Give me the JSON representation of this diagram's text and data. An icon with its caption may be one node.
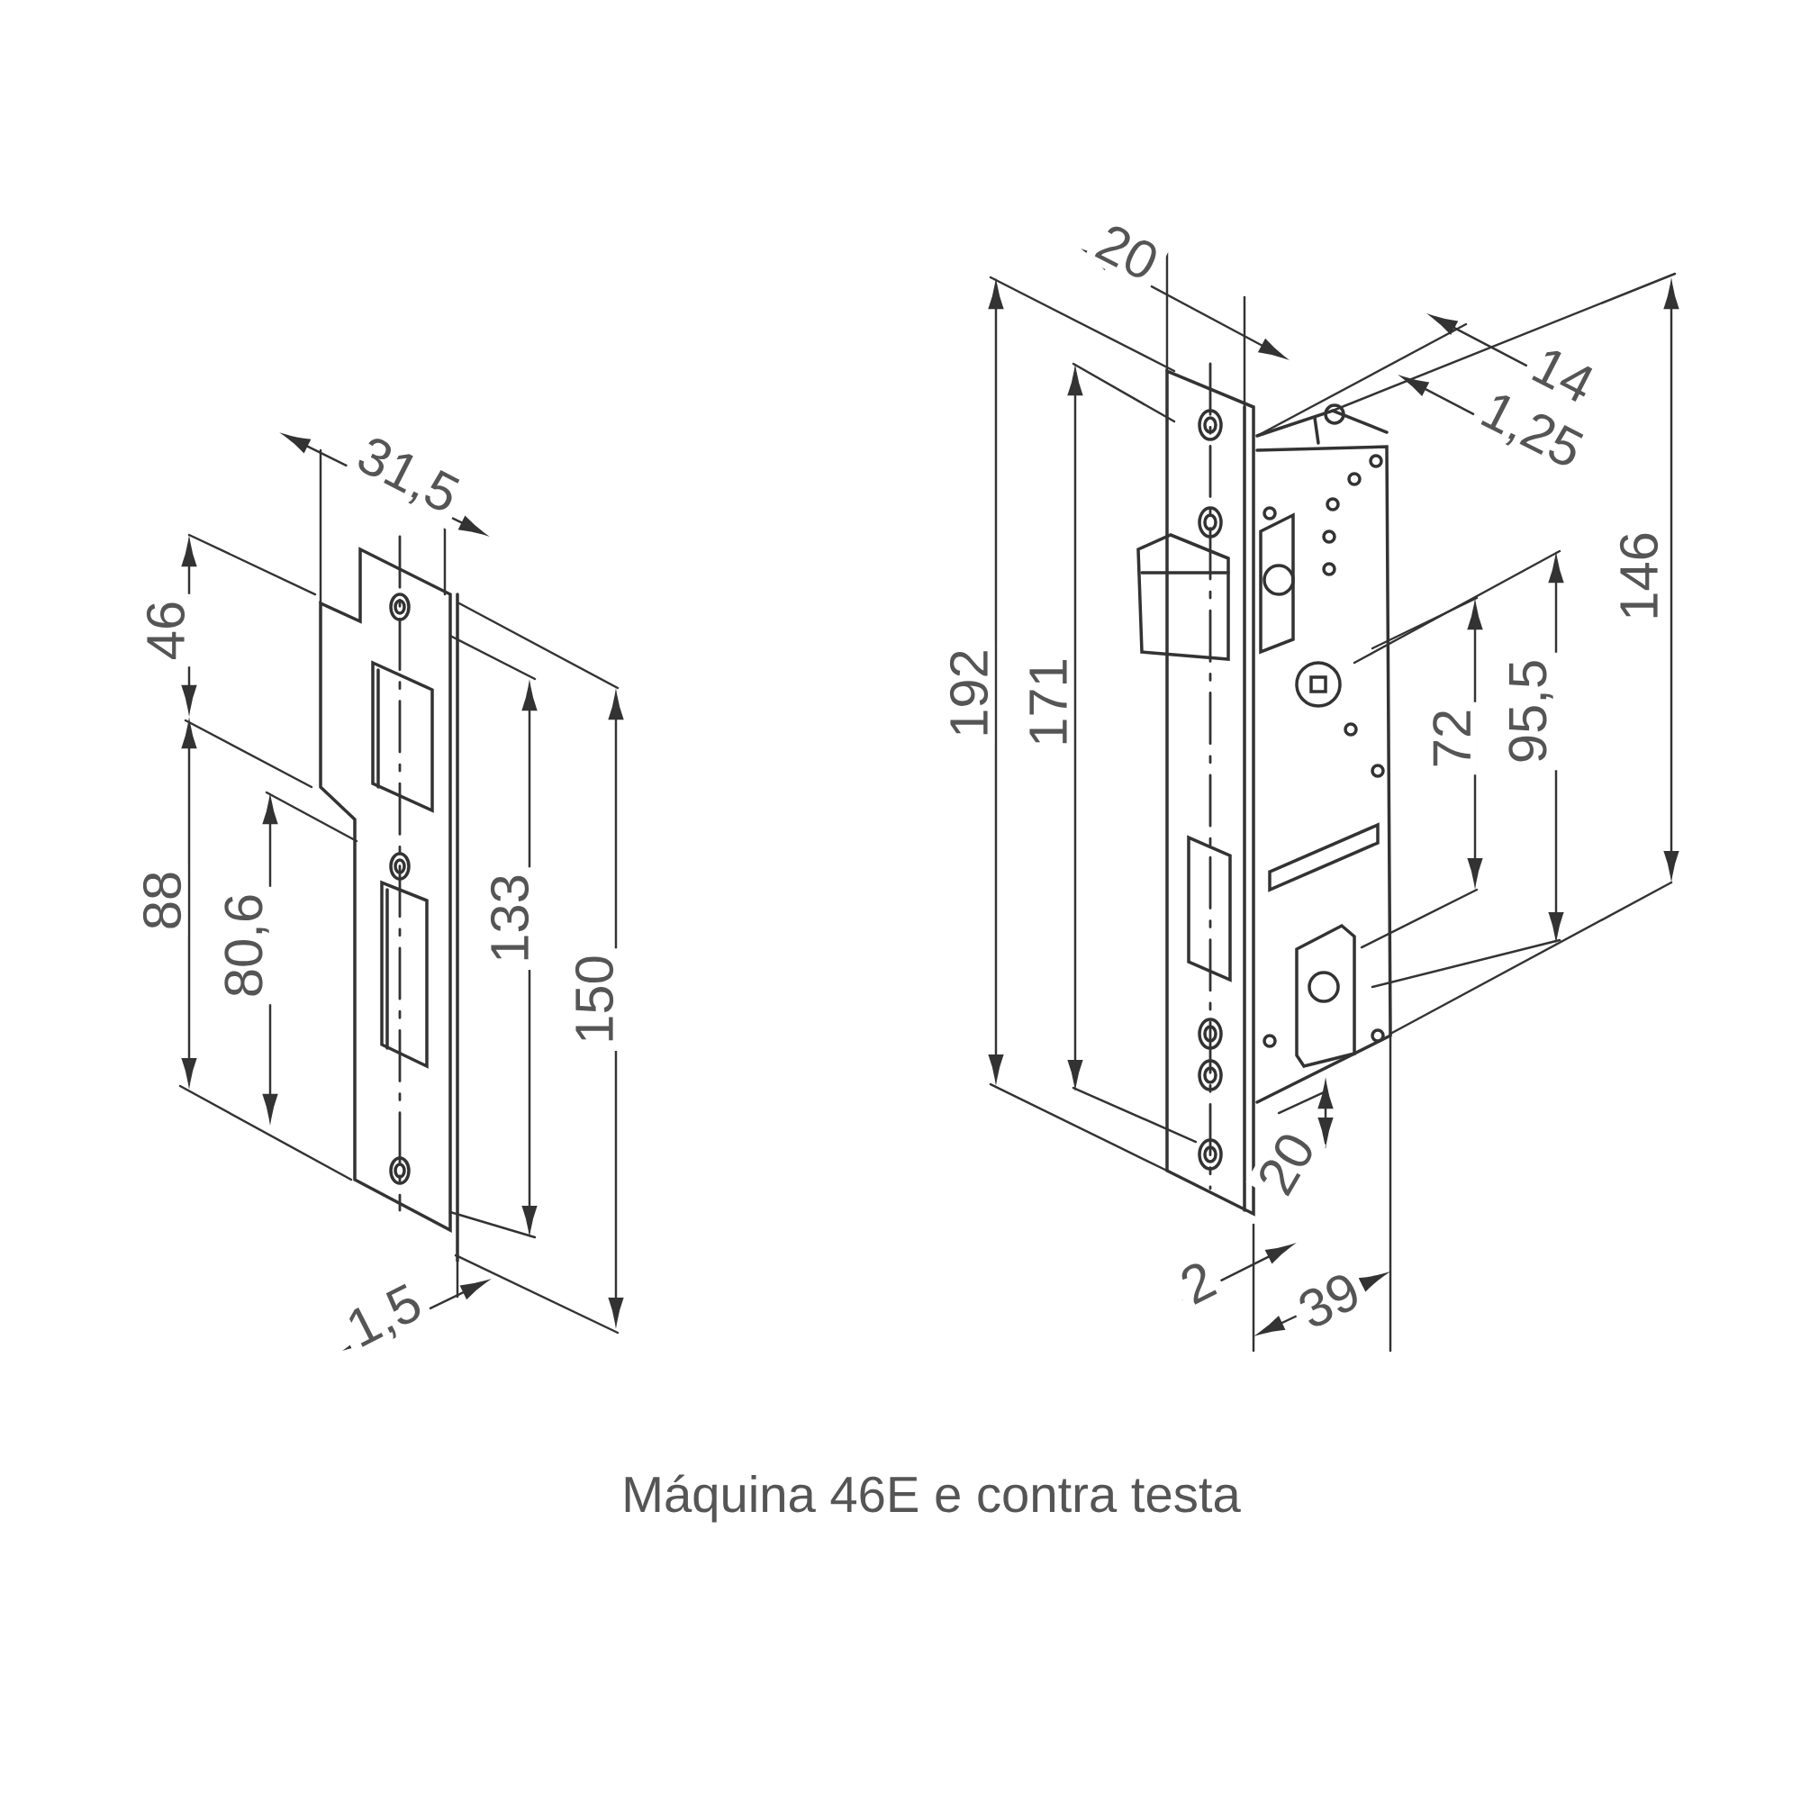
{
  "diagram": {
    "caption": "Máquina 46E e contra testa",
    "labels": [
      "31,5",
      "46",
      "88",
      "80,6",
      "133",
      "150",
      "1,5",
      "20",
      "14",
      "1,25",
      "192",
      "171",
      "146",
      "72",
      "95,5",
      "20",
      "2",
      "39"
    ]
  }
}
